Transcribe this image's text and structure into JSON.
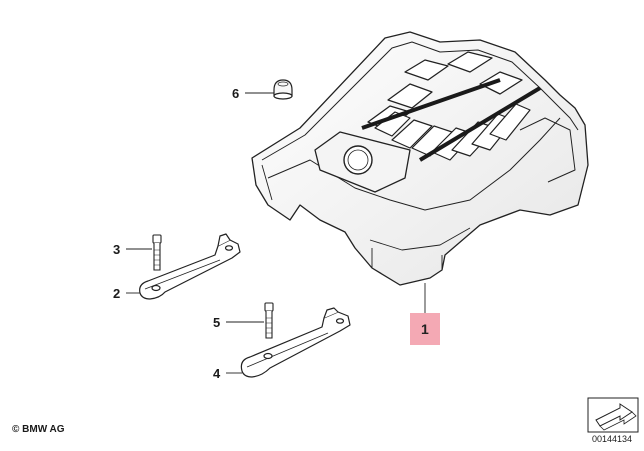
{
  "diagram": {
    "callouts": [
      {
        "id": "part-1",
        "label": "1",
        "highlighted": true
      },
      {
        "id": "part-2",
        "label": "2"
      },
      {
        "id": "part-3",
        "label": "3"
      },
      {
        "id": "part-4",
        "label": "4"
      },
      {
        "id": "part-5",
        "label": "5"
      },
      {
        "id": "part-6",
        "label": "6"
      }
    ],
    "highlight_color": "#f4a9b4",
    "line_color": "#222222"
  },
  "footer": {
    "copyright": "© BMW AG",
    "doc_number": "00144134"
  }
}
